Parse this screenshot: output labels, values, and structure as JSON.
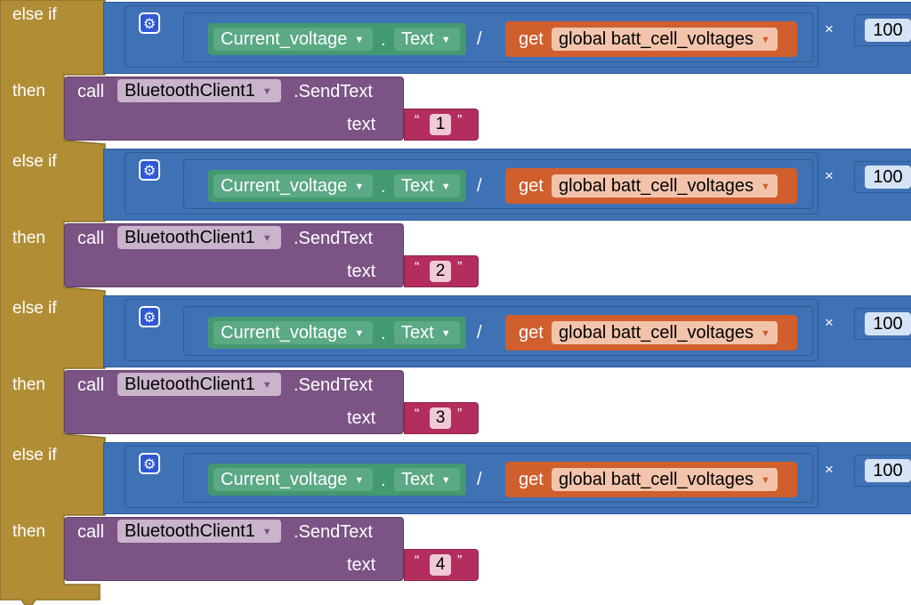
{
  "colors": {
    "control": "#b18e35",
    "control_border": "#8d712b",
    "math": "#3f71b5",
    "math_border": "#2f5a96",
    "component": "#7c5385",
    "component_border": "#5e3e66",
    "text": "#b32d5e",
    "text_border": "#8e2349",
    "property": "#439970",
    "property_field": "#5ba985",
    "variable": "#d05f2d",
    "variable_field": "#f3c4ab",
    "component_field": "#c9b4cc",
    "number_field": "#d6e3f7"
  },
  "labels": {
    "else_if": "else if",
    "then": "then",
    "call": "call",
    "component": "BluetoothClient1",
    "method": ".SendText",
    "arg_text": "text",
    "property_component": "Current_voltage",
    "dot": ".",
    "property_name": "Text",
    "divide": "/",
    "get": "get",
    "variable": "global batt_cell_voltages",
    "times": "×",
    "number": "100",
    "quote_open": "“",
    "quote_close": "”"
  },
  "branches": [
    {
      "send_value": "1"
    },
    {
      "send_value": "2"
    },
    {
      "send_value": "3"
    },
    {
      "send_value": "4"
    }
  ]
}
